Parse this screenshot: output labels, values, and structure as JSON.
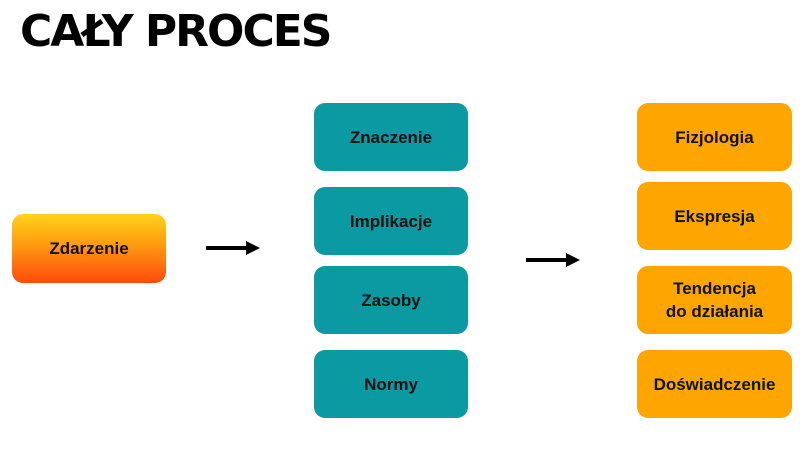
{
  "title": "CAŁY PROCES",
  "event": {
    "label": "Zdarzenie"
  },
  "appraisal": [
    {
      "label": "Znaczenie"
    },
    {
      "label": "Implikacje"
    },
    {
      "label": "Zasoby"
    },
    {
      "label": "Normy"
    }
  ],
  "response": [
    {
      "label": "Fizjologia"
    },
    {
      "label": "Ekspresja"
    },
    {
      "label": "Tendencja\ndo działania"
    },
    {
      "label": "Doświadczenie"
    }
  ],
  "colors": {
    "teal": "#0b9aa2",
    "orange": "#ffa500",
    "event_gradient_top": "#ffd21a",
    "event_gradient_bottom": "#ff4a0c"
  }
}
